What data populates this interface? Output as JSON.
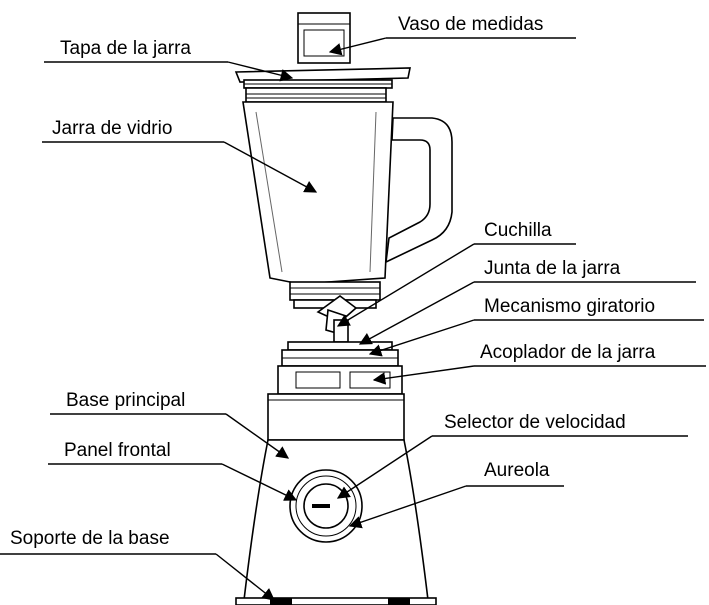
{
  "title": "",
  "labels": {
    "vaso_medidas": "Vaso de medidas",
    "tapa_jarra": "Tapa de la jarra",
    "jarra_vidrio": "Jarra de vidrio",
    "cuchilla": "Cuchilla",
    "junta_jarra": "Junta de la jarra",
    "mecanismo": "Mecanismo giratorio",
    "acoplador": "Acoplador de la jarra",
    "base_principal": "Base principal",
    "selector": "Selector de velocidad",
    "panel_frontal": "Panel frontal",
    "aureola": "Aureola",
    "soporte": "Soporte de la base"
  }
}
